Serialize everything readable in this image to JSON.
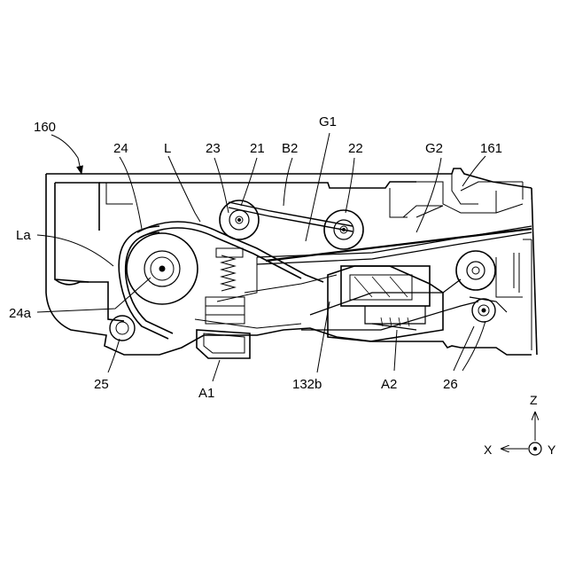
{
  "labels": {
    "l160": "160",
    "l24": "24",
    "lL": "L",
    "l23": "23",
    "l21": "21",
    "lB2": "B2",
    "lG1": "G1",
    "l22": "22",
    "lG2": "G2",
    "l161": "161",
    "lLa": "La",
    "l24a": "24a",
    "l25": "25",
    "lA1": "A1",
    "l132b": "132b",
    "lA2": "A2",
    "l26": "26"
  },
  "axes": {
    "z": "Z",
    "x": "X",
    "y": "Y"
  }
}
